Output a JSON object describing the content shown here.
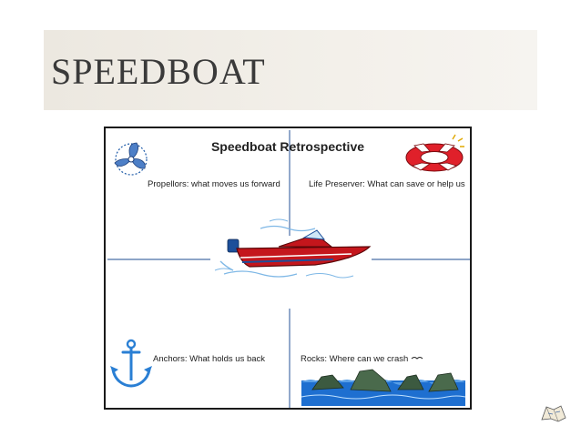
{
  "slide": {
    "title": "SPEEDBOAT"
  },
  "retrospective": {
    "title": "Speedboat Retrospective",
    "quadrants": {
      "propellers": "Propellors: what moves us forward",
      "life_preserver": "Life Preserver: What can save or help us",
      "anchors": "Anchors: What holds us back",
      "rocks": "Rocks: Where can we crash"
    }
  },
  "icons": [
    "propeller-icon",
    "life-preserver-icon",
    "speedboat-icon",
    "anchor-icon",
    "rocks-icon",
    "bird-icon",
    "map-icon"
  ],
  "colors": {
    "title_band": "#ece8e0",
    "quadrant_lines": "#4a6fa8",
    "boat_red": "#c4161c",
    "water_blue": "#1e6fd0",
    "life_preserver_red": "#e0202a"
  }
}
